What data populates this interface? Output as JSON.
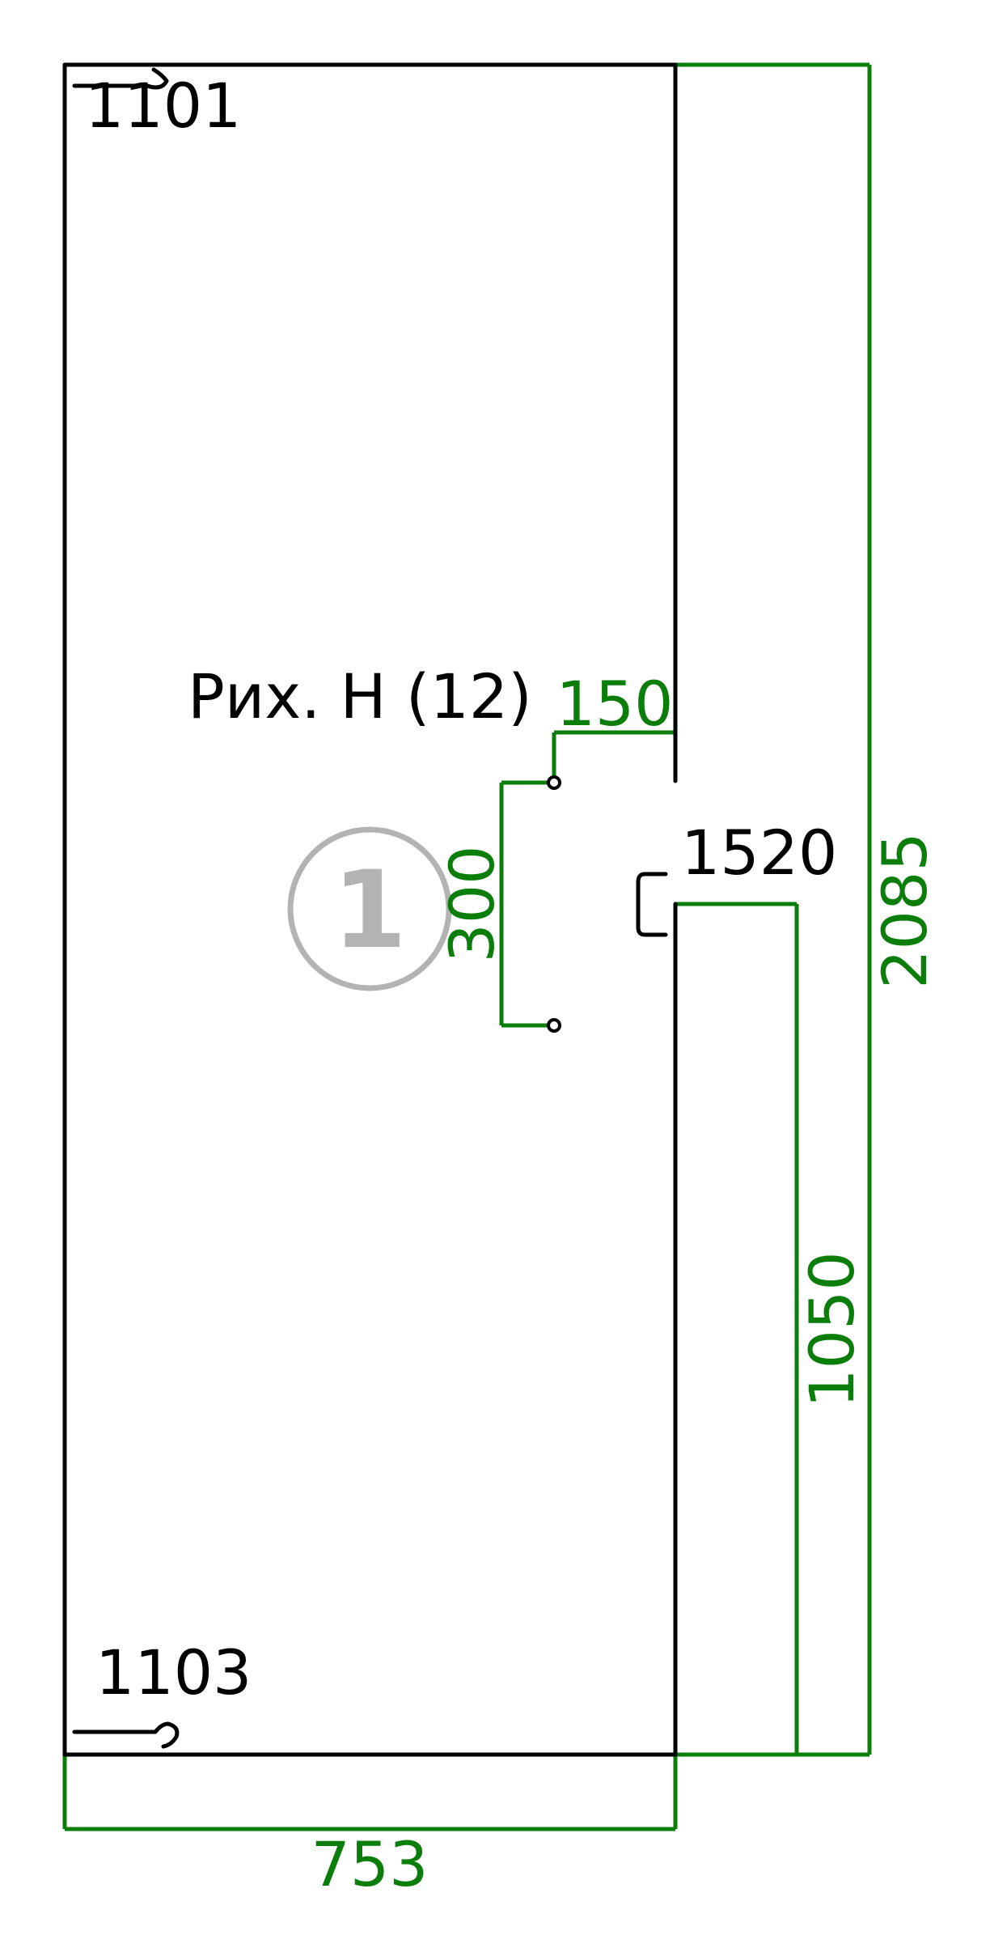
{
  "panel": {
    "top_edge_code": "1101",
    "bottom_edge_code": "1103",
    "right_edge_code": "1520",
    "name": "Рих. H (12)",
    "marker_number": "1"
  },
  "dimensions": {
    "width": "753",
    "height": "2085",
    "hole_offset_top": "150",
    "hole_spacing": "300",
    "handle_height": "1050"
  },
  "colors": {
    "outline": "#000000",
    "dimension": "#0a7d0a",
    "marker": "#b3b3b3"
  }
}
